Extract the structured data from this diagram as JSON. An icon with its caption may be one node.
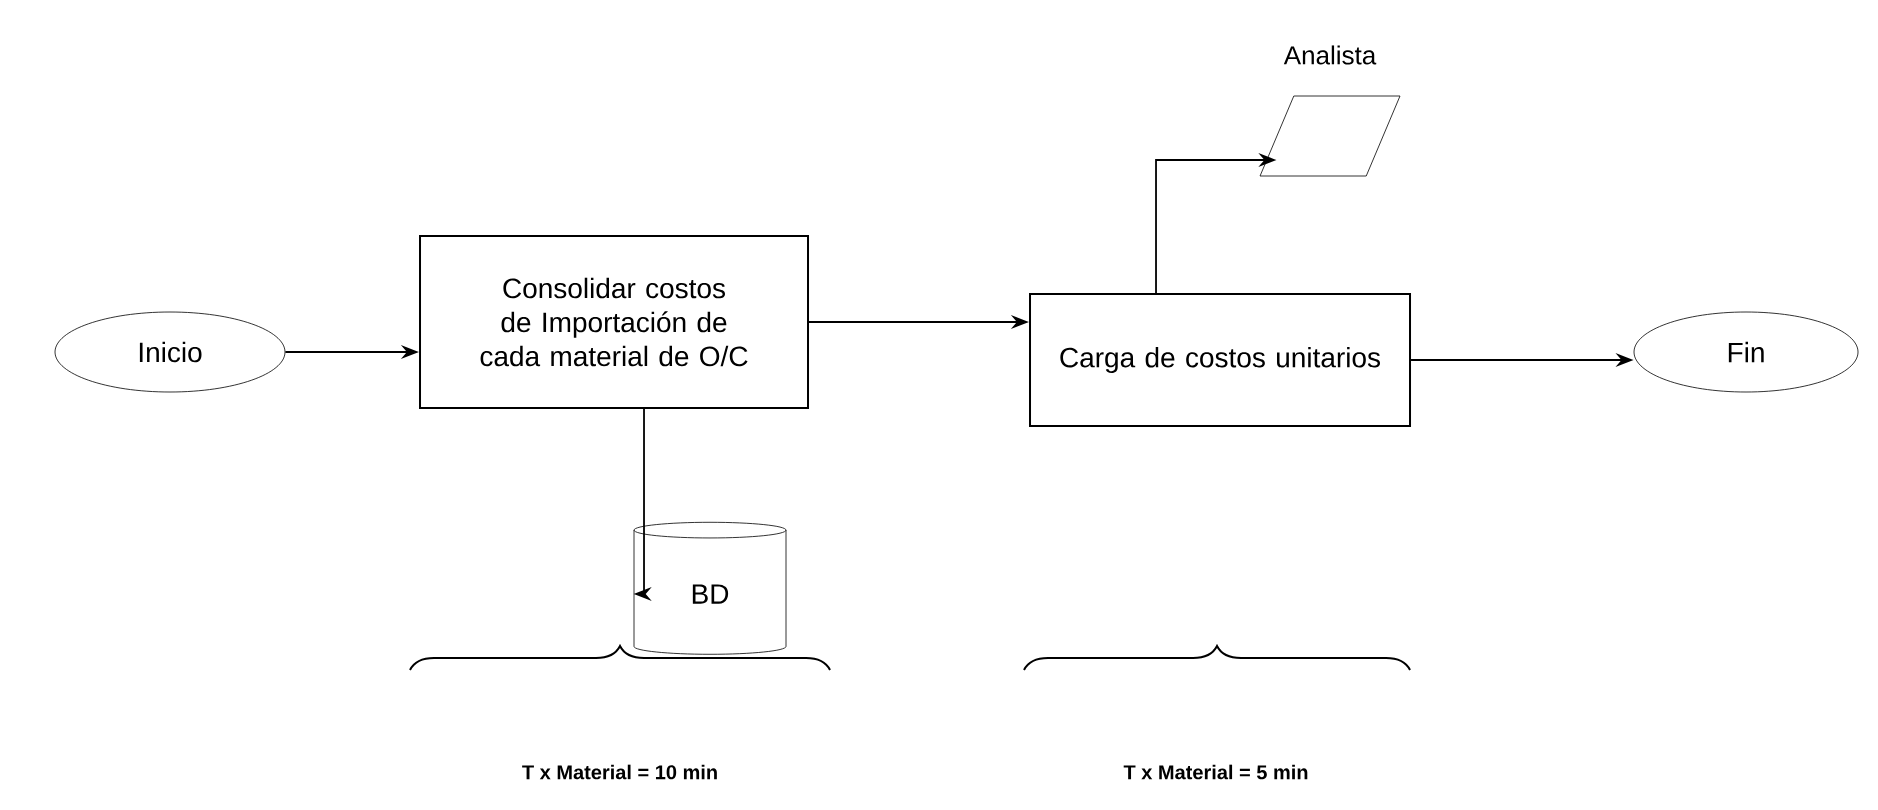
{
  "diagram": {
    "nodes": [
      {
        "text": [
          "Inicio"
        ]
      },
      {
        "text": [
          "Consolidar costos de Importación de cada material de O/C"
        ]
      },
      {
        "text": [
          "BD"
        ]
      },
      {
        "text": [
          "Carga de costos unitarios"
        ]
      },
      {
        "text": [],
        "shape": "parallelogram",
        "beside": [
          "Analista"
        ]
      },
      {
        "text": [
          "Fin"
        ]
      }
    ],
    "edges": [
      {
        "from": 0,
        "to": 1,
        "arrow": "to"
      },
      {
        "from": 1,
        "to": 3,
        "arrow": "to"
      },
      {
        "from": 3,
        "to": 5,
        "arrow": "to"
      },
      {
        "from": 1,
        "to": 2,
        "arrow": "to"
      },
      {
        "from": 3,
        "to": 4,
        "arrow": "to"
      }
    ],
    "labels": [
      "T x Material = 10 min",
      "T x Material = 5 min"
    ]
  }
}
